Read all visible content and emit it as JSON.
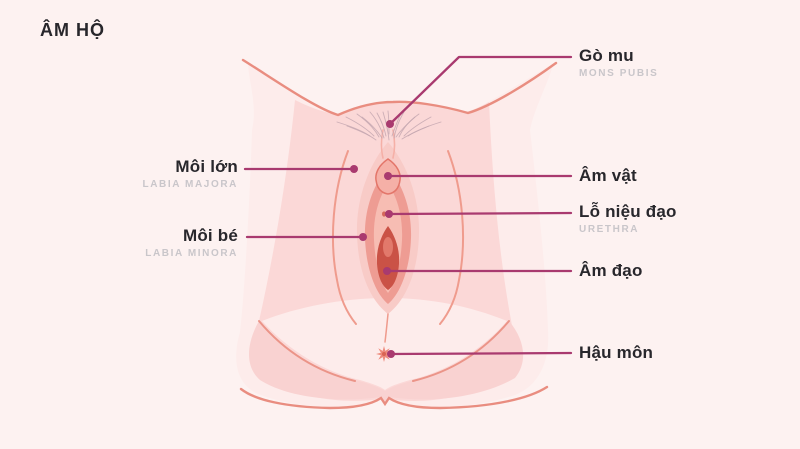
{
  "title": "ÂM HỘ",
  "labels": {
    "left": [
      {
        "vi": "Môi lớn",
        "en": "LABIA MAJORA"
      },
      {
        "vi": "Môi bé",
        "en": "LABIA MINORA"
      }
    ],
    "right": [
      {
        "vi": "Gò mu",
        "en": "MONS PUBIS"
      },
      {
        "vi": "Âm vật",
        "en": ""
      },
      {
        "vi": "Lỗ niệu đạo",
        "en": "URETHRA"
      },
      {
        "vi": "Âm đạo",
        "en": ""
      },
      {
        "vi": "Hậu môn",
        "en": ""
      }
    ]
  },
  "colors": {
    "background": "#fdf2f1",
    "body_light": "#fdeceb",
    "body": "#fbd8d7",
    "buttock": "#f9d2d1",
    "outline": "#e98d80",
    "crease": "#ef9b8d",
    "almond": "#f8cbc7",
    "minora": "#ee9c93",
    "vestibule": "#f7bdb3",
    "vagina_dark": "#ca5246",
    "vagina_light": "#e2796b",
    "hood_fill": "#f5b0a7",
    "hood_line": "#e3766a",
    "glans": "#d5685c",
    "hair": "#c4a7b0",
    "anus": "#ee8a7c",
    "anus_center": "#d96453",
    "leader": "#a93a6f",
    "label_text": "#28272c",
    "label_sub": "#c9c6ca"
  }
}
